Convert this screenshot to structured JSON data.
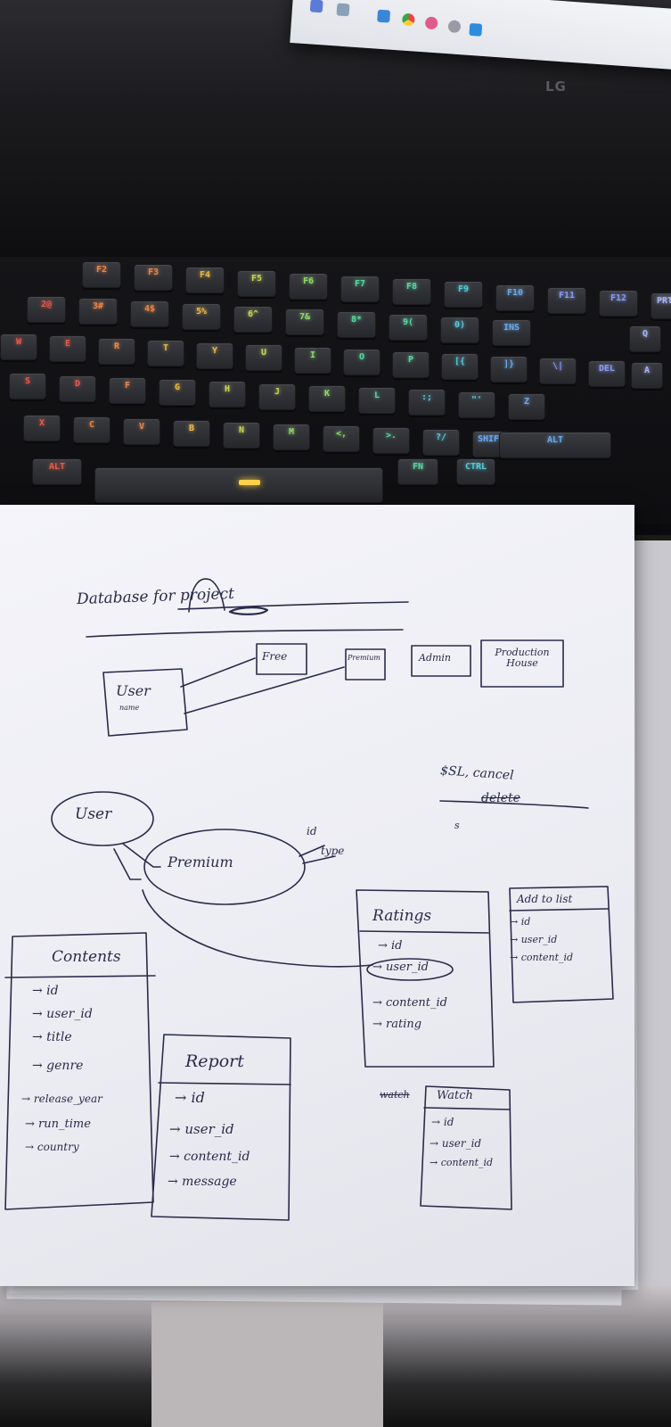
{
  "monitor": {
    "brand": "LG"
  },
  "keyboard": {
    "keys": [
      {
        "label": "F2"
      },
      {
        "label": "F3"
      },
      {
        "label": "F4"
      },
      {
        "label": "F5"
      },
      {
        "label": "F6"
      },
      {
        "label": "F7"
      },
      {
        "label": "F8"
      },
      {
        "label": "F9"
      },
      {
        "label": "F10"
      },
      {
        "label": "F11"
      },
      {
        "label": "F12"
      },
      {
        "label": "PRTSC"
      },
      {
        "label": "2@"
      },
      {
        "label": "3#"
      },
      {
        "label": "4$"
      },
      {
        "label": "5%"
      },
      {
        "label": "6^"
      },
      {
        "label": "7&"
      },
      {
        "label": "8*"
      },
      {
        "label": "9("
      },
      {
        "label": "0)"
      },
      {
        "label": "INS"
      },
      {
        "label": "Q"
      },
      {
        "label": "W"
      },
      {
        "label": "E"
      },
      {
        "label": "R"
      },
      {
        "label": "T"
      },
      {
        "label": "Y"
      },
      {
        "label": "U"
      },
      {
        "label": "I"
      },
      {
        "label": "O"
      },
      {
        "label": "P"
      },
      {
        "label": "[{"
      },
      {
        "label": "]}"
      },
      {
        "label": "\\|"
      },
      {
        "label": "DEL"
      },
      {
        "label": "A"
      },
      {
        "label": "S"
      },
      {
        "label": "D"
      },
      {
        "label": "F"
      },
      {
        "label": "G"
      },
      {
        "label": "H"
      },
      {
        "label": "J"
      },
      {
        "label": "K"
      },
      {
        "label": "L"
      },
      {
        "label": ":;"
      },
      {
        "label": "\"'"
      },
      {
        "label": "Z"
      },
      {
        "label": "X"
      },
      {
        "label": "C"
      },
      {
        "label": "V"
      },
      {
        "label": "B"
      },
      {
        "label": "N"
      },
      {
        "label": "M"
      },
      {
        "label": "<,"
      },
      {
        "label": ">."
      },
      {
        "label": "?/"
      },
      {
        "label": "SHIFT"
      },
      {
        "label": "ALT"
      },
      {
        "label": "ALT"
      },
      {
        "label": "FN"
      },
      {
        "label": "CTRL"
      }
    ],
    "colors": [
      "#e35a4a",
      "#e8874a",
      "#e8b84a",
      "#c7d25a",
      "#8fd86a",
      "#5ad6a0",
      "#55c9d8",
      "#6aa8e8",
      "#8a9af0",
      "#a8b4f6"
    ]
  },
  "sketch": {
    "title": "Database for project",
    "roles": [
      "Free",
      "Premium",
      "Admin",
      "Production House"
    ],
    "user_box": {
      "title": "User",
      "sub": "name"
    },
    "note": [
      "$SL, cancel",
      "delete",
      "s"
    ],
    "er_user": "User",
    "er_premium": "Premium",
    "er_premium_attrs": [
      "id",
      "type"
    ],
    "tables": {
      "ratings": {
        "title": "Ratings",
        "fields": [
          "→ id",
          "→ user_id",
          "→ content_id",
          "→ rating"
        ]
      },
      "add_to_list": {
        "title": "Add to list",
        "fields": [
          "→ id",
          "→ user_id",
          "→ content_id"
        ]
      },
      "contents": {
        "title": "Contents",
        "fields": [
          "→ id",
          "→ user_id",
          "→ title",
          "→ genre",
          "→ release_year",
          "→ run_time",
          "→ country"
        ]
      },
      "report": {
        "title": "Report",
        "fields": [
          "→ id",
          "→ user_id",
          "→ content_id",
          "→ message"
        ]
      },
      "watch": {
        "title": "Watch",
        "prefix": "watch",
        "fields": [
          "→ id",
          "→ user_id",
          "→ content_id"
        ]
      }
    }
  }
}
